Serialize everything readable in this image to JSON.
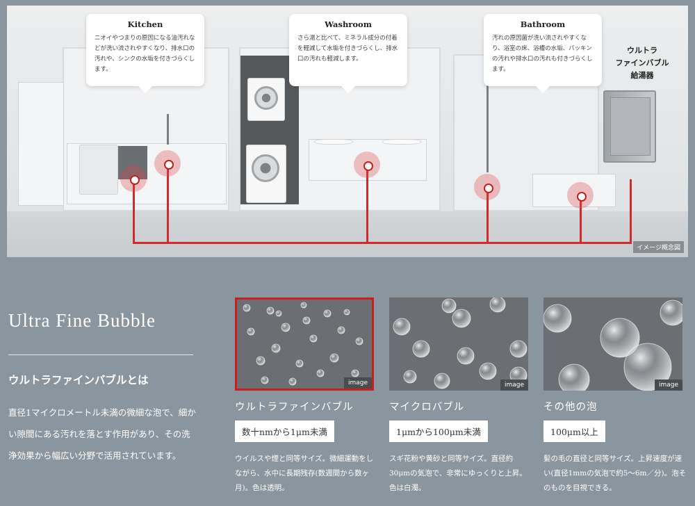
{
  "scene": {
    "callouts": [
      {
        "title": "Kitchen",
        "text": "ニオイやつまりの原因になる油汚れなどが洗い流されやすくなり、排水口の汚れや、シンクの水垢を付きづらくします。"
      },
      {
        "title": "Washroom",
        "text": "さら湯と比べて、ミネラル成分の付着を軽減して水垢を付きづらくし、排水口の汚れも軽減します。"
      },
      {
        "title": "Bathroom",
        "text": "汚れの原因菌が洗い流されやすくなり、浴室の床、浴槽の水垢、パッキンの汚れや排水口の汚れも付きづらくします。"
      }
    ],
    "heater_label_lines": [
      "ウルトラ",
      "ファインバブル",
      "給湯器"
    ],
    "concept_label": "イメージ概念図",
    "pipe_color": "#d12a2a"
  },
  "intro": {
    "title_en": "Ultra Fine Bubble",
    "title_jp": "ウルトラファインバブルとは",
    "description": "直径1マイクロメートル未満の微細な泡で、細かい隙間にある汚れを落とす作用があり、その洗浄効果から幅広い分野で活用されています。"
  },
  "bubble_types": [
    {
      "name": "ウルトラファインバブル",
      "size": "数十nmから1μm未満",
      "note": "ウイルスや煙と同等サイズ。微細運動をしながら、水中に長期残存(数週間から数ヶ月)。色は透明。",
      "tag": "image",
      "active": true
    },
    {
      "name": "マイクロバブル",
      "size": "1μmから100μm未満",
      "note": "スギ花粉や黄砂と同等サイズ。直径約30μmの気泡で、非常にゆっくりと上昇。色は白濁。",
      "tag": "image",
      "active": false
    },
    {
      "name": "その他の泡",
      "size": "100μm以上",
      "note": "髪の毛の直径と同等サイズ。上昇速度が速い(直径1mmの気泡で約5〜6m／分)。泡そのものを目視できる。",
      "tag": "image",
      "active": false
    }
  ],
  "accent_color": "#c81e1e"
}
